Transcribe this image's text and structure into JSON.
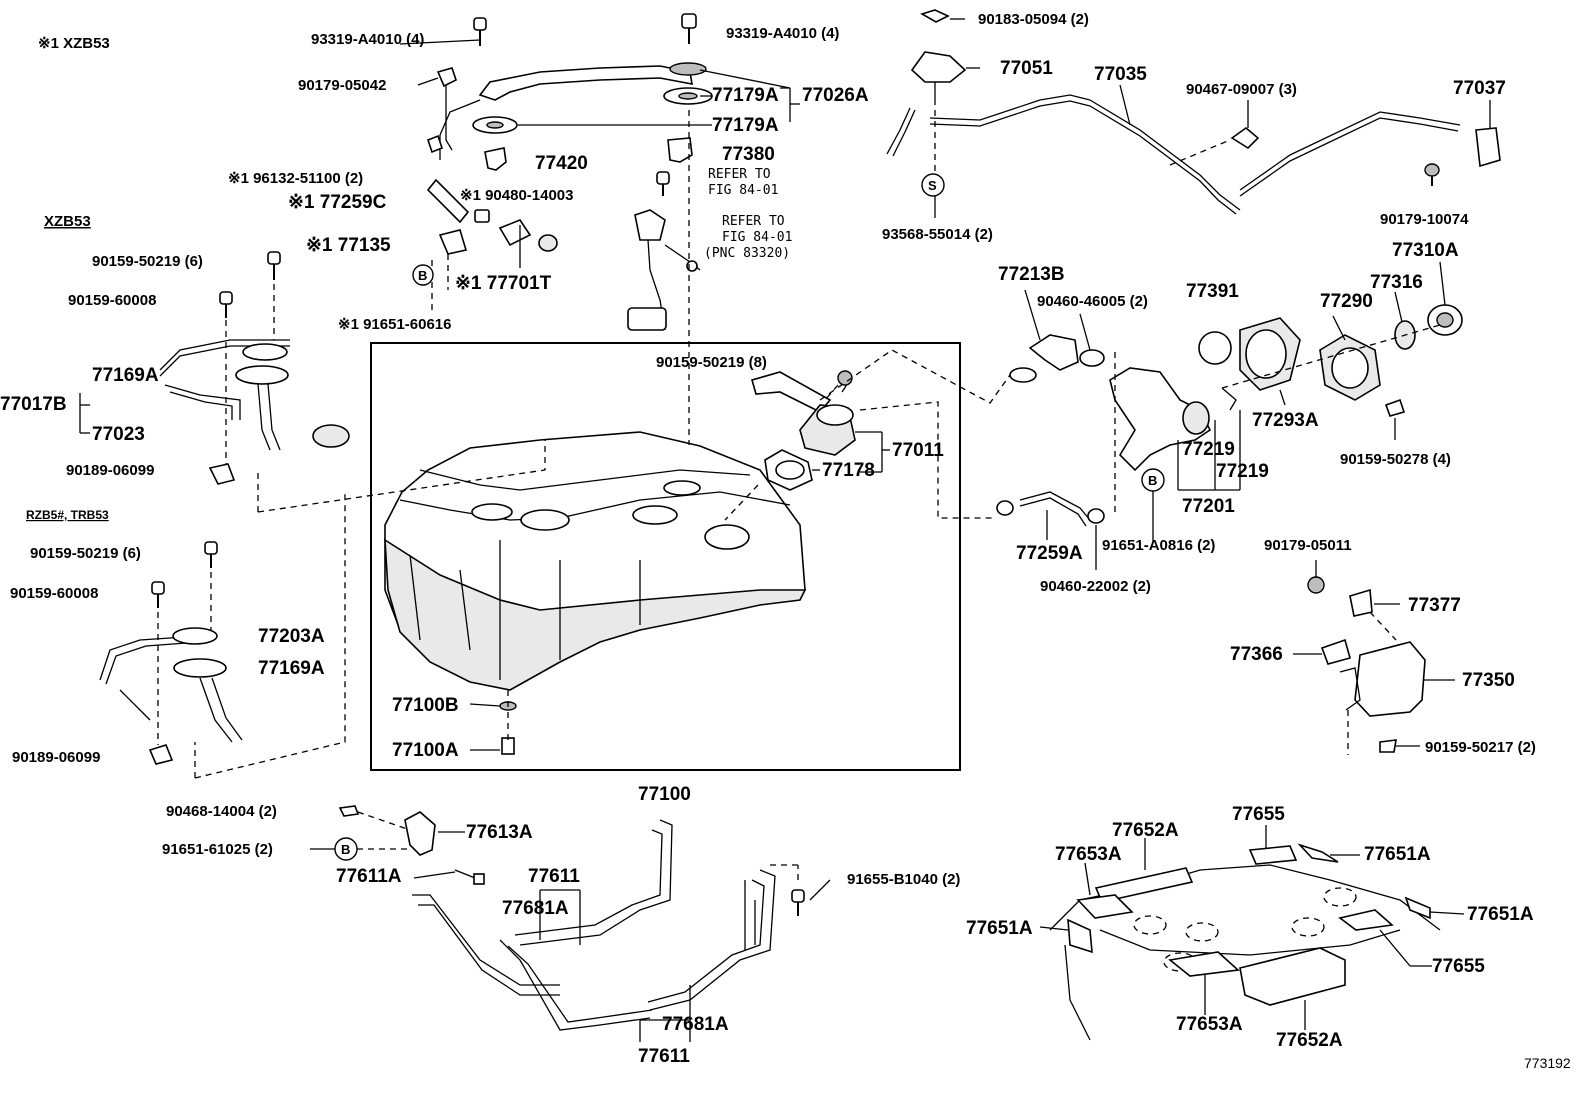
{
  "diagram": {
    "figure_number": "773192",
    "notes": {
      "note1": "※1 XZB53",
      "xzb53": "XZB53",
      "rzb": "RZB5#, TRB53"
    },
    "labels": {
      "p93319_a4010_left": "93319-A4010 (4)",
      "p93319_a4010_right": "93319-A4010 (4)",
      "p90179_05042": "90179-05042",
      "p77179a_1": "77179A",
      "p77026a": "77026A",
      "p77179a_2": "77179A",
      "p77420": "77420",
      "p77380": "77380",
      "refer1_a": "REFER TO",
      "refer1_b": "FIG 84-01",
      "refer2_a": "REFER TO",
      "refer2_b": "FIG 84-01",
      "refer2_c": "(PNC 83320)",
      "p96132_51100": "※1 96132-51100 (2)",
      "p77259c": "※1  77259C",
      "p90480_14003": "※1  90480-14003",
      "p77135": "※1  77135",
      "p77701t": "※1 77701T",
      "p91651_60616": "※1 91651-60616",
      "p90159_50219_6a": "90159-50219 (6)",
      "p90159_60008_a": "90159-60008",
      "p77169a_a": "77169A",
      "p77017b": "77017B",
      "p77023": "77023",
      "p90189_06099_a": "90189-06099",
      "p90159_50219_6b": "90159-50219 (6)",
      "p90159_60008_b": "90159-60008",
      "p77203a": "77203A",
      "p77169a_b": "77169A",
      "p90189_06099_b": "90189-06099",
      "p90159_50219_8": "90159-50219 (8)",
      "p77011": "77011",
      "p77178": "77178",
      "p77100b": "77100B",
      "p77100a": "77100A",
      "p77100": "77100",
      "p90183_05094": "90183-05094 (2)",
      "p77051": "77051",
      "p77035": "77035",
      "p90467_09007": "90467-09007 (3)",
      "p77037": "77037",
      "p93568_55014": "93568-55014 (2)",
      "p90179_10074": "90179-10074",
      "p77310a": "77310A",
      "p77213b": "77213B",
      "p90460_46005": "90460-46005 (2)",
      "p77391": "77391",
      "p77290": "77290",
      "p77316": "77316",
      "p77293a": "77293A",
      "p77219_a": "77219",
      "p77219_b": "77219",
      "p77201": "77201",
      "p90159_50278": "90159-50278 (4)",
      "p77259a": "77259A",
      "p91651_a0816": "91651-A0816 (2)",
      "p90460_22002": "90460-22002 (2)",
      "p90179_05011": "90179-05011",
      "p77377": "77377",
      "p77366": "77366",
      "p77350": "77350",
      "p90159_50217": "90159-50217 (2)",
      "p90468_14004": "90468-14004 (2)",
      "p77613a": "77613A",
      "p91651_61025": "91651-61025 (2)",
      "p77611a": "77611A",
      "p77611_top": "77611",
      "p77681a_top": "77681A",
      "p91655_b1040": "91655-B1040 (2)",
      "p77681a_bot": "77681A",
      "p77611_bot": "77611",
      "p77652a_top": "77652A",
      "p77655_top": "77655",
      "p77653a_top": "77653A",
      "p77651a_top": "77651A",
      "p77651a_left": "77651A",
      "p77651a_right": "77651A",
      "p77655_bot": "77655",
      "p77653a_bot": "77653A",
      "p77652a_bot": "77652A"
    },
    "circle_markers": {
      "b": "B",
      "s": "S"
    }
  }
}
